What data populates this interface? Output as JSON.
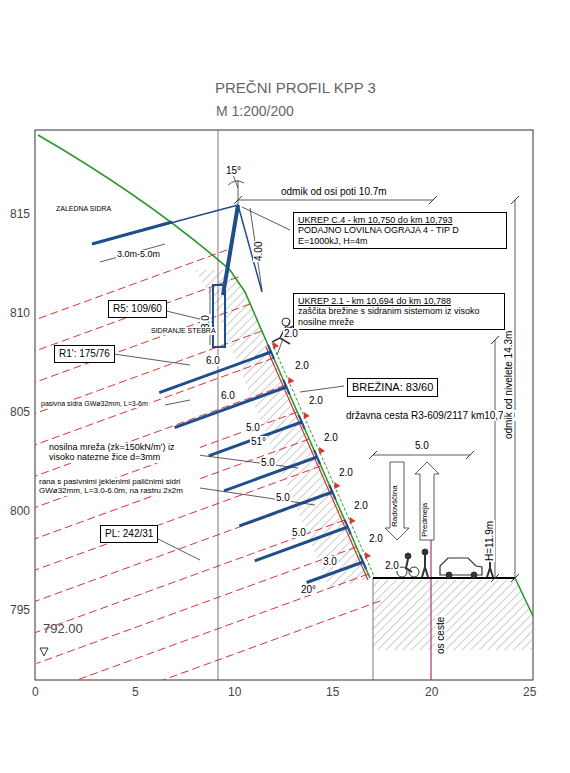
{
  "diagram": {
    "title": "PREČNI PROFIL KPP 3",
    "nodes": [
      {
        "text": [
          "UKREP C.4 - km 10,750 do km 10,793",
          "PODAJNO LOVILNA OGRAJA 4 - TIP D E=1000kJ, H=4m"
        ]
      },
      {
        "text": [
          "UKREP 2.1 - km 10,694 do km 10,788",
          "zaščita brežine s sidranim sistemom iz visoko nosilne mreže"
        ]
      },
      {
        "text": [
          "R5: 109/60"
        ]
      },
      {
        "text": [
          "R1': 175/76"
        ]
      },
      {
        "text": [
          "BREŽINA: 83/60"
        ]
      },
      {
        "text": [
          "PL: 242/31"
        ]
      }
    ],
    "labels": [
      "M 1:200/200",
      "ZALEDNA SIDRA",
      "3.0m-5.0m",
      "15°",
      "odmik od osi poti 10.7m",
      "4.00",
      "3.0",
      "SIDRANJE STEBRA",
      "6.0",
      "6.0",
      "5.0",
      "5.0",
      "5.0",
      "5.0",
      "3.0",
      "2.0",
      "2.0",
      "2.0",
      "2.0",
      "2.0",
      "2.0",
      "2.0",
      "2.0",
      "pasivna sidra GWø32mm, L=3-6m",
      "51°",
      "nosilna mreža (zk=150kN/m') iz visoko natezne žice d=3mm",
      "rana s pasivnimi jeklenimi paličnimi sidri GWø32mm, L=3.0-6.0m, na rastru 2x2m",
      "20°",
      "državna cesta R3-609/2117 km10,780",
      "5.0",
      "Radovščina",
      "Predmeja",
      "H=11.9m",
      "odmik od nivelete 14.3m",
      "os ceste",
      "815",
      "810",
      "805",
      "800",
      "795",
      "792.00",
      "0",
      "5",
      "10",
      "15",
      "20",
      "25"
    ]
  }
}
